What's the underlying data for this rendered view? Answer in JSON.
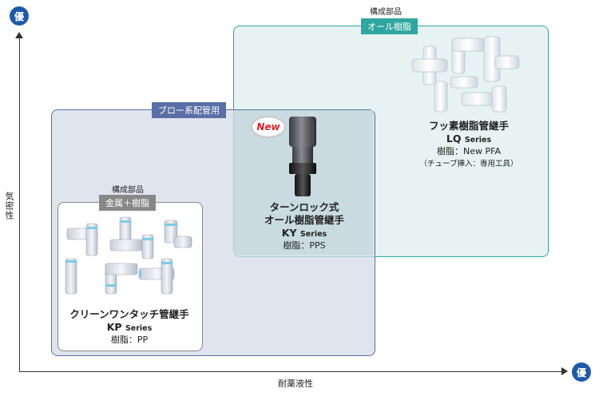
{
  "axes": {
    "y_label": "気密性",
    "x_label": "耐薬液性",
    "y_badge": "優",
    "x_badge": "優"
  },
  "regions": {
    "blow": {
      "tag": "ブロー系配管用"
    },
    "all_resin": {
      "caption": "構成部品",
      "tag": "オール樹脂"
    },
    "metal_resin": {
      "caption": "構成部品",
      "tag": "金属＋樹脂"
    }
  },
  "products": {
    "kp": {
      "title": "クリーンワンタッチ管継手",
      "series_code": "KP",
      "series_word": "Series",
      "material": "樹脂：PP"
    },
    "ky": {
      "badge": "New",
      "title1": "ターンロック式",
      "title2": "オール樹脂管継手",
      "series_code": "KY",
      "series_word": "Series",
      "material": "樹脂：PPS"
    },
    "lq": {
      "title": "フッ素樹脂管継手",
      "series_code": "LQ",
      "series_word": "Series",
      "material": "樹脂：New PFA",
      "note": "（チューブ挿入：専用工具）"
    }
  },
  "colors": {
    "badge_blue": "#1f5aa6",
    "blow_border": "#5a6fa6",
    "blow_fill": "#dfe3ee",
    "resin_border": "#2fa6a0",
    "resin_fill": "#e6f3f2",
    "resin_tag": "#2fa6a0",
    "blow_tag": "#5a6fa6",
    "metal_tag": "#888888",
    "new_red": "#d9242a"
  }
}
